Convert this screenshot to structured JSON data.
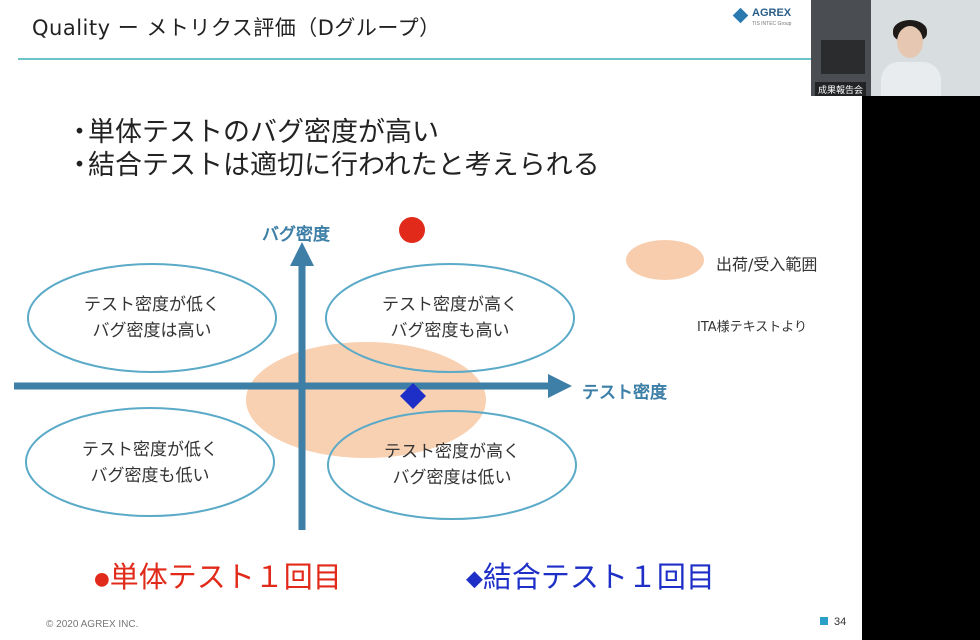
{
  "slide": {
    "title": "Quality ー メトリクス評価（Dグループ）",
    "logo": {
      "name": "AGREX",
      "sub": "TIS INTEC Group"
    },
    "bullets": [
      "単体テストのバグ密度が高い",
      "結合テストは適切に行われたと考えられる"
    ],
    "bullet_mark": "・",
    "axes": {
      "y_label": "バグ密度",
      "x_label": "テスト密度"
    },
    "quadrants": {
      "top_left": [
        "テスト密度が低く",
        "バグ密度は高い"
      ],
      "top_right": [
        "テスト密度が高く",
        "バグ密度も高い"
      ],
      "bottom_left": [
        "テスト密度が低く",
        "バグ密度も低い"
      ],
      "bottom_right": [
        "テスト密度が高く",
        "バグ密度は低い"
      ]
    },
    "legend": {
      "range_label": "出荷/受入範囲",
      "source_note": "ITA様テキストより"
    },
    "markers": {
      "unit_test": {
        "symbol": "●",
        "label": "単体テスト１回目",
        "color": "#e12a1a"
      },
      "integration_test": {
        "symbol": "◆",
        "label": "結合テスト１回目",
        "color": "#1e2fc8"
      }
    },
    "copyright": "© 2020 AGREX INC.",
    "page_number": "34"
  },
  "video": {
    "name_tag": "成果報告会"
  },
  "colors": {
    "accent": "#6cc4c8",
    "axis": "#3d7fa6",
    "ellipse_stroke": "#5aaac8",
    "range_fill": "#f7c8a4"
  }
}
